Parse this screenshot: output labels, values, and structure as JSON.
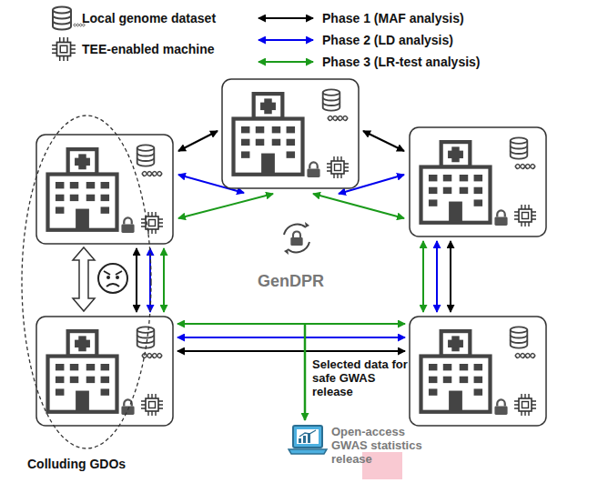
{
  "diagram": {
    "nodes": [
      {
        "text": [
          "Colluding GDOs"
        ]
      },
      {
        "text": [
          "Open-access GWAS statistics release"
        ]
      }
    ],
    "labels": [
      "GenDPR",
      "Selected data for safe GWAS release"
    ],
    "legend": [
      {
        "text": "Local genome dataset"
      },
      {
        "text": "TEE-enabled machine"
      },
      {
        "text": "Phase 1 (MAF analysis)"
      },
      {
        "text": "Phase 2 (LD analysis)"
      },
      {
        "text": "Phase 3 (LR-test analysis)"
      }
    ]
  }
}
